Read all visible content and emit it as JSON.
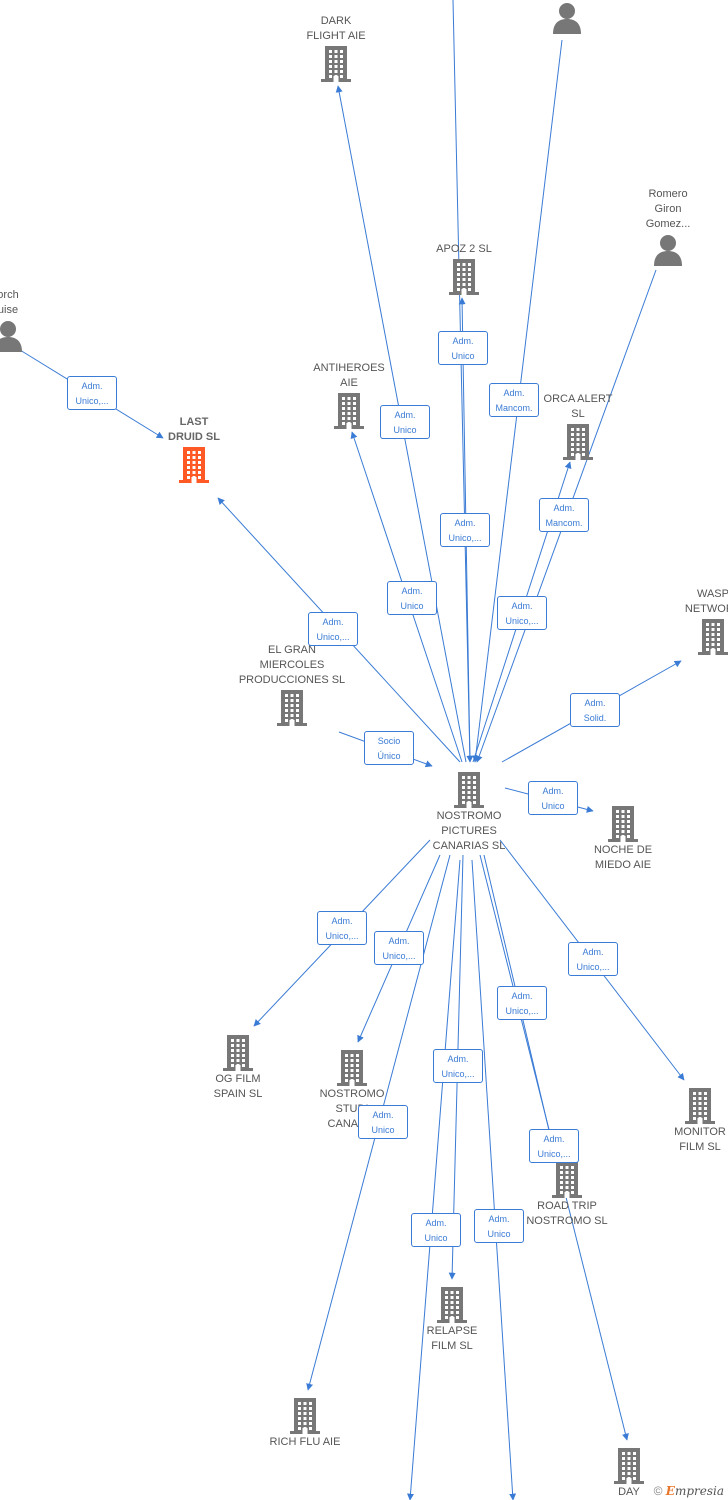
{
  "colors": {
    "edge": "#3a7bd5",
    "company": "#777777",
    "highlight": "#ff5a26",
    "person": "#777777"
  },
  "nodes": [
    {
      "id": "nostromo_pictures",
      "type": "company",
      "label": "NOSTROMO\nPICTURES\nCANARIAS  SL"
    },
    {
      "id": "dark_flight",
      "type": "company",
      "label": "DARK\nFLIGHT  AIE"
    },
    {
      "id": "person_top",
      "type": "person",
      "label": ""
    },
    {
      "id": "romero",
      "type": "person",
      "label": "Romero\nGiron\nGomez..."
    },
    {
      "id": "apoz2",
      "type": "company",
      "label": "APOZ 2  SL"
    },
    {
      "id": "person_left",
      "type": "person",
      "label": "orch\nuise"
    },
    {
      "id": "antiheroes",
      "type": "company",
      "label": "ANTIHEROES\nAIE"
    },
    {
      "id": "last_druid",
      "type": "company-highlight",
      "label": "LAST\nDRUID  SL"
    },
    {
      "id": "orca_alert",
      "type": "company",
      "label": "ORCA ALERT\nSL"
    },
    {
      "id": "wasp",
      "type": "company",
      "label": "WASP\nNETWORK"
    },
    {
      "id": "el_gran",
      "type": "company",
      "label": "EL GRAN\nMIERCOLES\nPRODUCCIONES SL"
    },
    {
      "id": "noche",
      "type": "company",
      "label": "NOCHE DE\nMIEDO  AIE"
    },
    {
      "id": "og_film",
      "type": "company",
      "label": "OG FILM\nSPAIN  SL"
    },
    {
      "id": "nostromo_studios",
      "type": "company",
      "label": "NOSTROMO\nSTUDI\nCANARIA"
    },
    {
      "id": "monitor",
      "type": "company",
      "label": "MONITOR\nFILM  SL"
    },
    {
      "id": "road_trip",
      "type": "company",
      "label": "ROAD TRIP\nNOSTROMO  SL"
    },
    {
      "id": "relapse",
      "type": "company",
      "label": "RELAPSE\nFILM  SL"
    },
    {
      "id": "rich_flu",
      "type": "company",
      "label": "RICH FLU  AIE"
    },
    {
      "id": "day",
      "type": "company",
      "label": "DAY"
    }
  ],
  "edge_labels": [
    "Adm.\nUnico,...",
    "Adm.\nUnico",
    "Adm.\nUnico",
    "Adm.\nMancom.",
    "Adm.\nUnico,...",
    "Adm.\nMancom.",
    "Adm.\nUnico",
    "Adm.\nUnico,...",
    "Adm.\nUnico,...",
    "Adm.\nSolid.",
    "Socio\nÚnico",
    "Adm.\nUnico",
    "Adm.\nUnico,...",
    "Adm.\nUnico,...",
    "Adm.\nUnico,...",
    "Adm.\nUnico,...",
    "Adm.\nUnico,...",
    "Adm.\nUnico",
    "Adm.\nUnico,...",
    "Adm.\nUnico",
    "Adm.\nUnico"
  ],
  "footer": {
    "copyright": "©",
    "brand_first": "E",
    "brand_rest": "mpresia"
  }
}
